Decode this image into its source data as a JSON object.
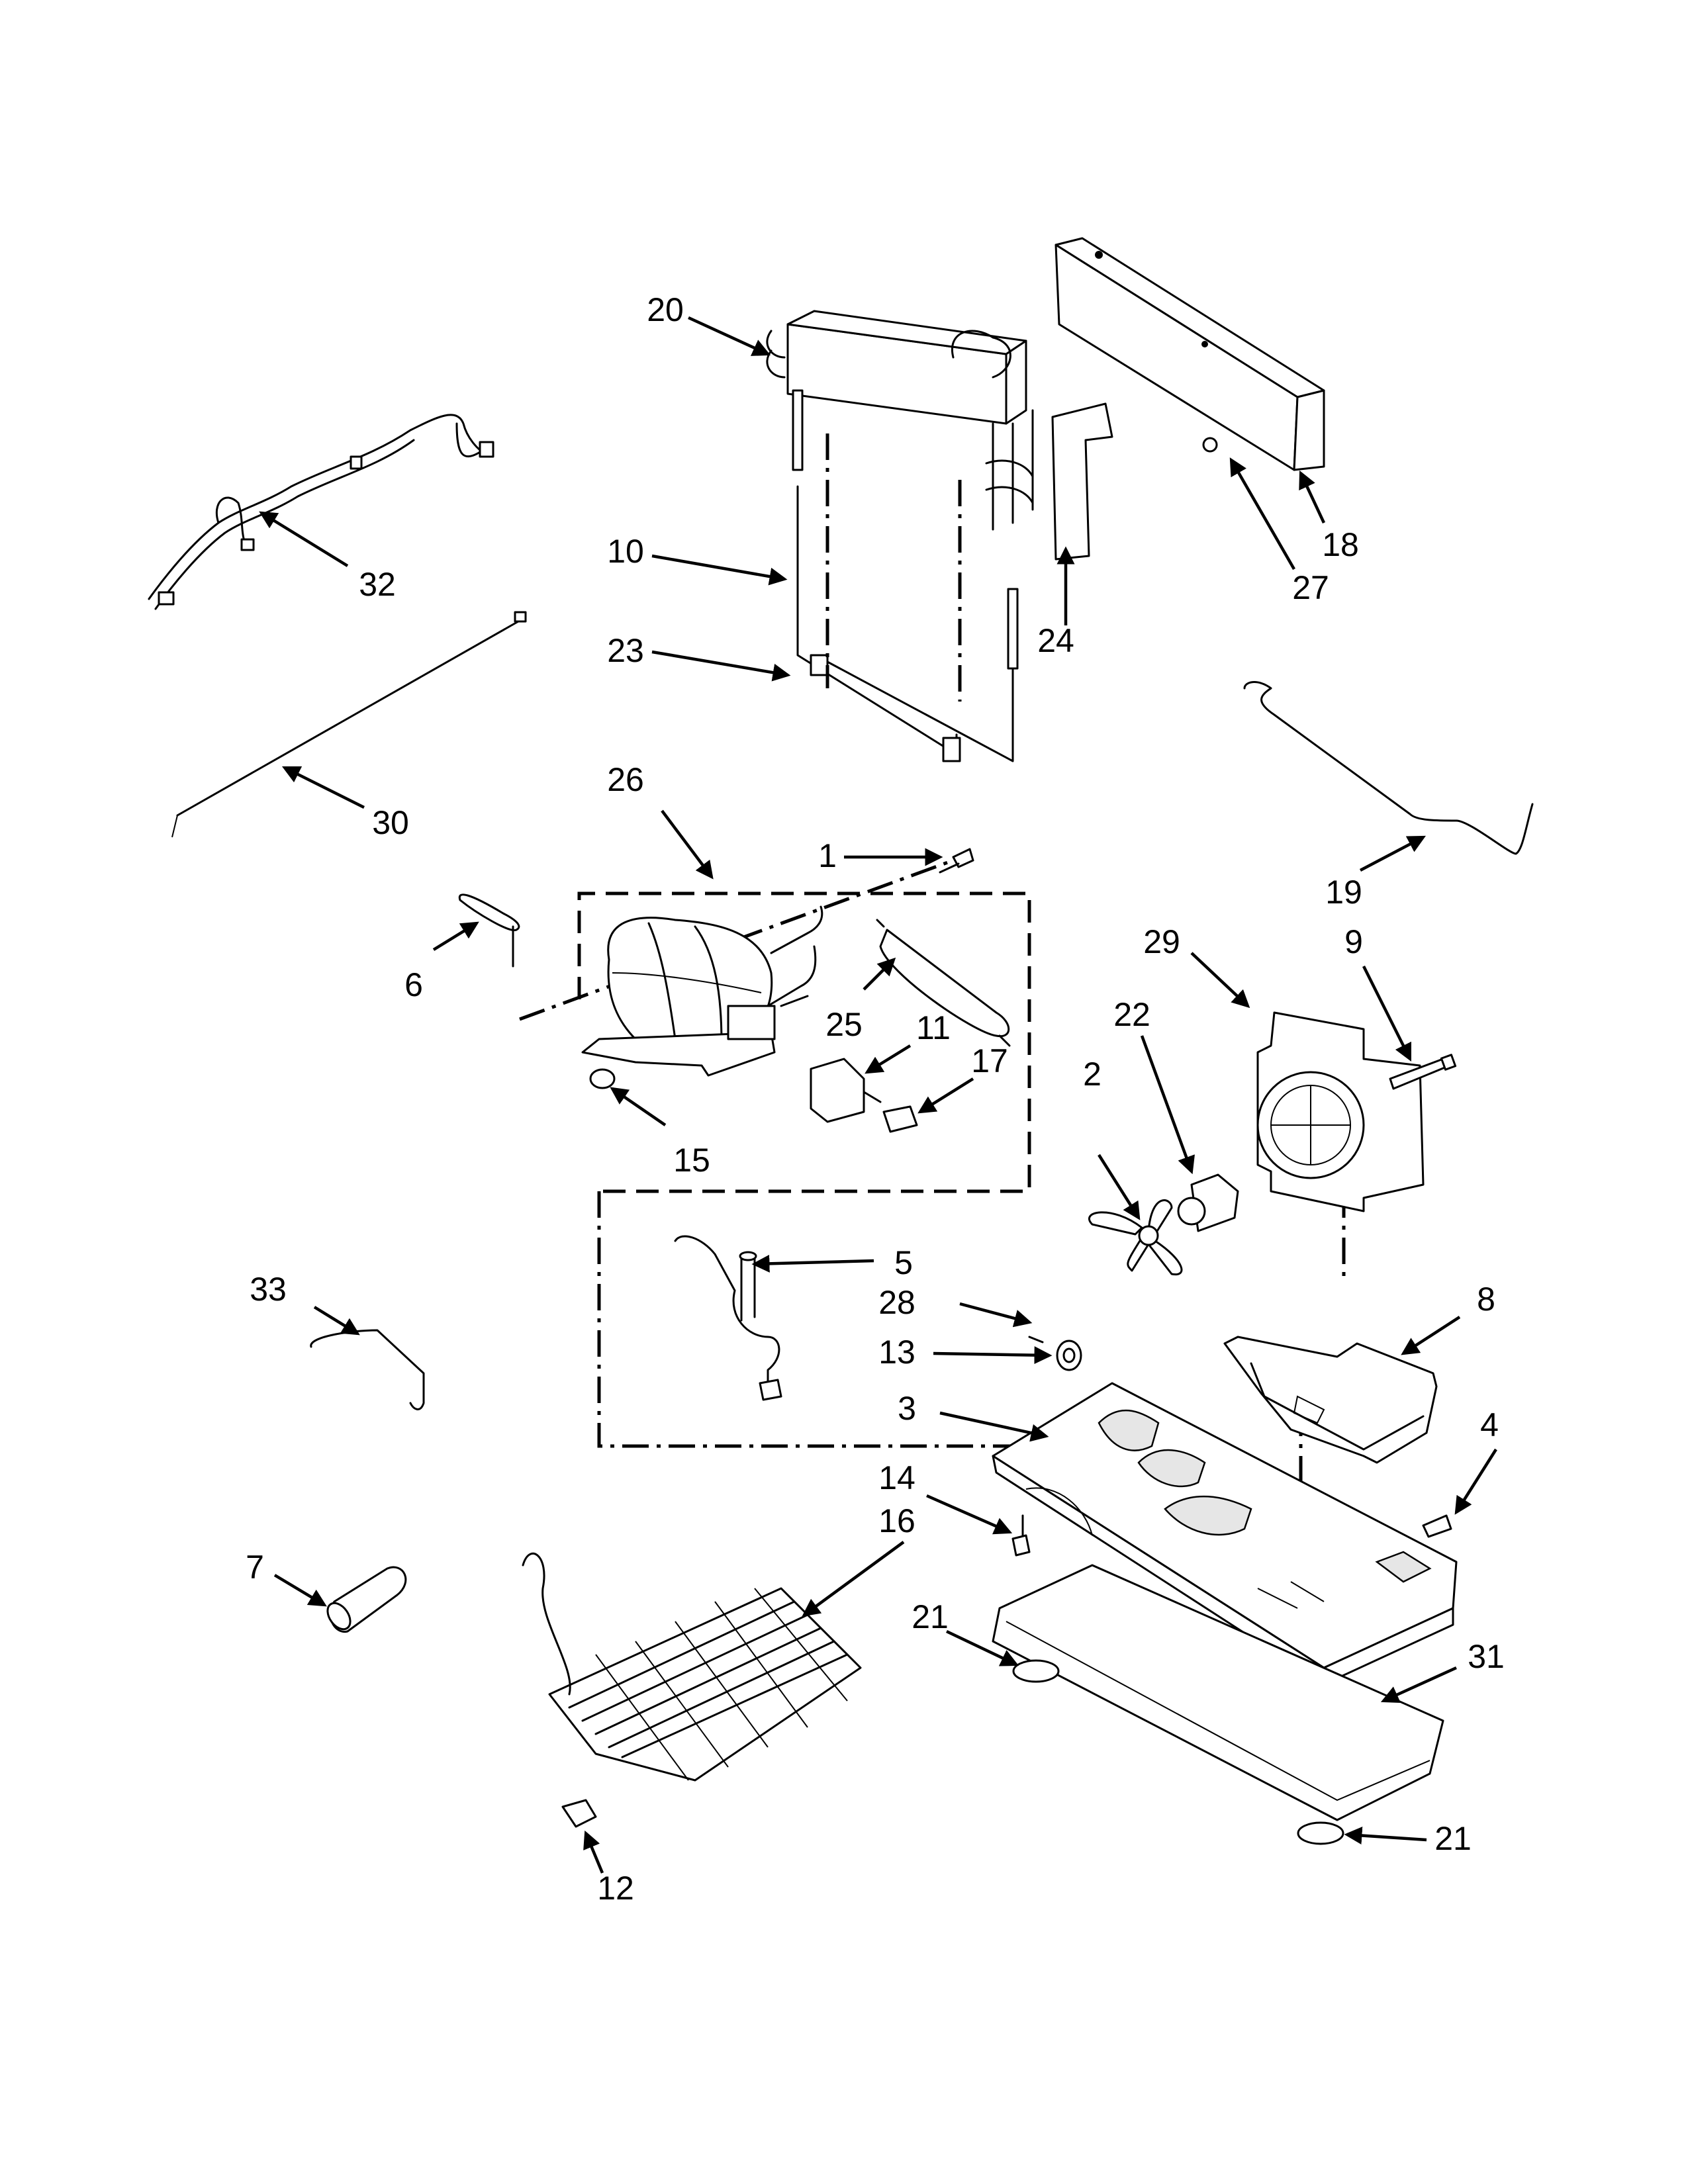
{
  "callouts": [
    {
      "id": "c1",
      "text": "1"
    },
    {
      "id": "c2",
      "text": "2"
    },
    {
      "id": "c3",
      "text": "3"
    },
    {
      "id": "c4",
      "text": "4"
    },
    {
      "id": "c5",
      "text": "5"
    },
    {
      "id": "c6",
      "text": "6"
    },
    {
      "id": "c7",
      "text": "7"
    },
    {
      "id": "c8",
      "text": "8"
    },
    {
      "id": "c9",
      "text": "9"
    },
    {
      "id": "c10",
      "text": "10"
    },
    {
      "id": "c11",
      "text": "11"
    },
    {
      "id": "c12",
      "text": "12"
    },
    {
      "id": "c13",
      "text": "13"
    },
    {
      "id": "c14",
      "text": "14"
    },
    {
      "id": "c15",
      "text": "15"
    },
    {
      "id": "c16",
      "text": "16"
    },
    {
      "id": "c17",
      "text": "17"
    },
    {
      "id": "c18",
      "text": "18"
    },
    {
      "id": "c19",
      "text": "19"
    },
    {
      "id": "c20",
      "text": "20"
    },
    {
      "id": "c21a",
      "text": "21"
    },
    {
      "id": "c21b",
      "text": "21"
    },
    {
      "id": "c22",
      "text": "22"
    },
    {
      "id": "c23",
      "text": "23"
    },
    {
      "id": "c24",
      "text": "24"
    },
    {
      "id": "c25",
      "text": "25"
    },
    {
      "id": "c26",
      "text": "26"
    },
    {
      "id": "c27",
      "text": "27"
    },
    {
      "id": "c28",
      "text": "28"
    },
    {
      "id": "c29",
      "text": "29"
    },
    {
      "id": "c30",
      "text": "30"
    },
    {
      "id": "c31",
      "text": "31"
    },
    {
      "id": "c32",
      "text": "32"
    },
    {
      "id": "c33",
      "text": "33"
    }
  ]
}
